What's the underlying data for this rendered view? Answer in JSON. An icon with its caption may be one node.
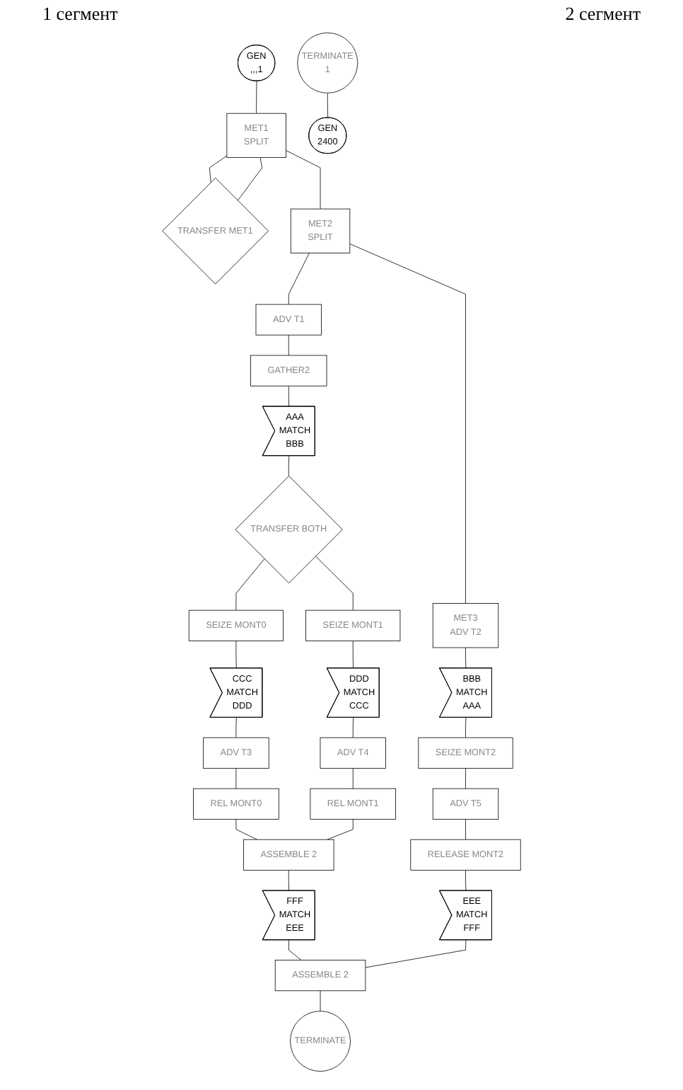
{
  "diagram": {
    "nodes": [
      {
        "text": [
          "GEN",
          ",,,1"
        ]
      },
      {
        "text": [
          "MET1",
          "SPLIT"
        ]
      },
      {
        "text": [
          "TRANSFER MET1"
        ]
      },
      {
        "text": [
          "MET2",
          "SPLIT"
        ]
      },
      {
        "text": [
          "ADV T1"
        ]
      },
      {
        "text": [
          "GATHER2"
        ]
      },
      {
        "text": [
          "AAA",
          "MATCH",
          "BBB"
        ]
      },
      {
        "text": [
          "TRANSFER BOTH"
        ]
      },
      {
        "text": [
          "SEIZE MONT0"
        ]
      },
      {
        "text": [
          "CCC",
          "MATCH",
          "DDD"
        ]
      },
      {
        "text": [
          "ADV T3"
        ]
      },
      {
        "text": [
          "REL MONT0"
        ]
      },
      {
        "text": [
          "SEIZE MONT1"
        ]
      },
      {
        "text": [
          "DDD",
          "MATCH",
          "CCC"
        ]
      },
      {
        "text": [
          "ADV T4"
        ]
      },
      {
        "text": [
          "REL MONT1"
        ]
      },
      {
        "text": [
          "ASSEMBLE 2"
        ]
      },
      {
        "text": [
          "FFF",
          "MATCH",
          "EEE"
        ]
      },
      {
        "text": [
          "MET3",
          "ADV T2"
        ]
      },
      {
        "text": [
          "BBB",
          "MATCH",
          "AAA"
        ]
      },
      {
        "text": [
          "SEIZE MONT2"
        ]
      },
      {
        "text": [
          "ADV T5"
        ]
      },
      {
        "text": [
          "RELEASE MONT2"
        ]
      },
      {
        "text": [
          "EEE",
          "MATCH",
          "FFF"
        ]
      },
      {
        "text": [
          "ASSEMBLE 2"
        ]
      },
      {
        "text": [
          "TERMINATE"
        ]
      },
      {
        "text": [
          "GEN",
          "2400"
        ]
      },
      {
        "text": [
          "TERMINATE",
          "1"
        ]
      }
    ],
    "edges": [
      {
        "from": 0,
        "to": 1,
        "arrow": "none"
      },
      {
        "from": 1,
        "to": 2,
        "arrow": "none"
      },
      {
        "from": 2,
        "to": 1,
        "arrow": "none"
      },
      {
        "from": 1,
        "to": 3,
        "arrow": "none"
      },
      {
        "from": 3,
        "to": 4,
        "arrow": "none"
      },
      {
        "from": 4,
        "to": 5,
        "arrow": "none"
      },
      {
        "from": 5,
        "to": 6,
        "arrow": "none"
      },
      {
        "from": 6,
        "to": 7,
        "arrow": "none"
      },
      {
        "from": 7,
        "to": 8,
        "arrow": "none"
      },
      {
        "from": 7,
        "to": 12,
        "arrow": "none"
      },
      {
        "from": 8,
        "to": 9,
        "arrow": "none"
      },
      {
        "from": 9,
        "to": 10,
        "arrow": "none"
      },
      {
        "from": 10,
        "to": 11,
        "arrow": "none"
      },
      {
        "from": 12,
        "to": 13,
        "arrow": "none"
      },
      {
        "from": 13,
        "to": 14,
        "arrow": "none"
      },
      {
        "from": 14,
        "to": 15,
        "arrow": "none"
      },
      {
        "from": 11,
        "to": 16,
        "arrow": "none"
      },
      {
        "from": 15,
        "to": 16,
        "arrow": "none"
      },
      {
        "from": 16,
        "to": 17,
        "arrow": "none"
      },
      {
        "from": 3,
        "to": 18,
        "arrow": "none"
      },
      {
        "from": 18,
        "to": 19,
        "arrow": "none"
      },
      {
        "from": 19,
        "to": 20,
        "arrow": "none"
      },
      {
        "from": 20,
        "to": 21,
        "arrow": "none"
      },
      {
        "from": 21,
        "to": 22,
        "arrow": "none"
      },
      {
        "from": 22,
        "to": 23,
        "arrow": "none"
      },
      {
        "from": 17,
        "to": 24,
        "arrow": "none"
      },
      {
        "from": 23,
        "to": 24,
        "arrow": "none"
      },
      {
        "from": 24,
        "to": 25,
        "arrow": "none"
      },
      {
        "from": 27,
        "to": 26,
        "arrow": "none"
      }
    ],
    "labels": [
      "1 сегмент",
      "2 сегмент"
    ]
  }
}
